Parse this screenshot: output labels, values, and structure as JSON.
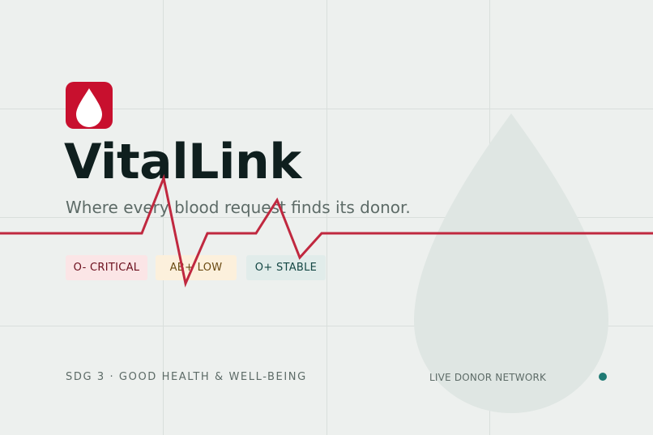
{
  "brand": {
    "name": "VitalLink",
    "tagline": "Where every blood request finds its donor.",
    "logo_icon": "blood-drop-icon",
    "accent_color": "#c8102e",
    "title_color": "#0f1f1e"
  },
  "inventory_badges": [
    {
      "label": "O- CRITICAL",
      "status": "critical",
      "color": "#6b0e1c",
      "background": "#fbe5e6"
    },
    {
      "label": "AB+ LOW",
      "status": "low",
      "color": "#6a4a12",
      "background": "#fcf0dc"
    },
    {
      "label": "O+ STABLE",
      "status": "stable",
      "color": "#134643",
      "background": "#e1ecea"
    }
  ],
  "footer": {
    "sdg_label": "SDG 3 · GOOD HEALTH & WELL-BEING",
    "network_label": "LIVE DONOR NETWORK",
    "live_indicator_color": "#1f7a74"
  },
  "decor": {
    "pulse_line_color": "#c0283f",
    "background_drop_color": "#dfe6e3",
    "background_color": "#edf0ee"
  }
}
